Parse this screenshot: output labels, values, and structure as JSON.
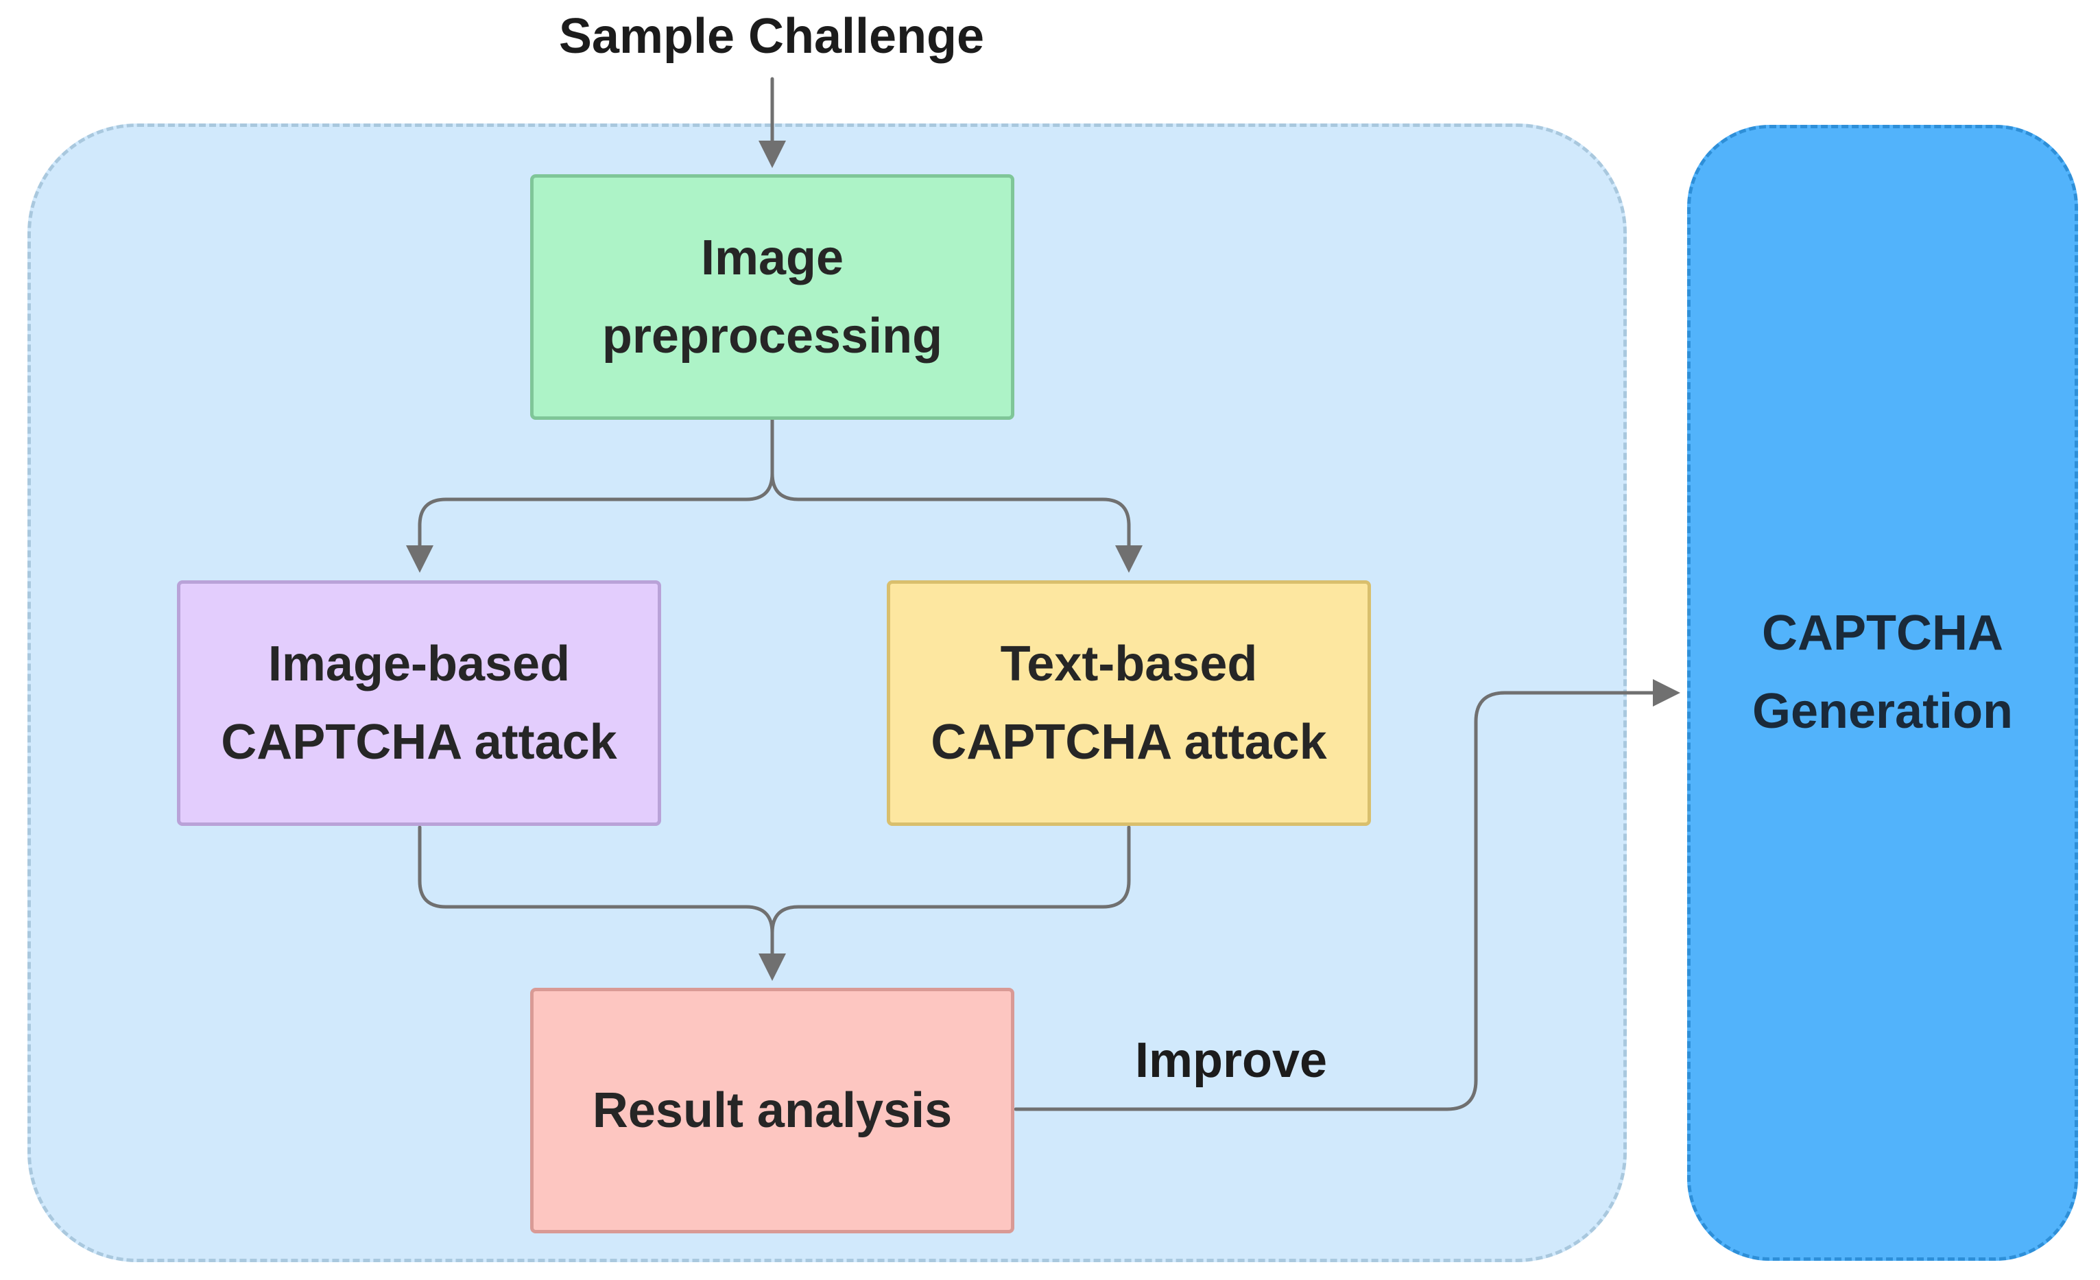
{
  "diagram": {
    "input_label": "Sample Challenge",
    "nodes": {
      "preprocess": "Image\npreprocessing",
      "image_attack": "Image-based\nCAPTCHA attack",
      "text_attack": "Text-based\nCAPTCHA attack",
      "result": "Result analysis"
    },
    "generation_label": "CAPTCHA\nGeneration",
    "feedback_label": "Improve"
  },
  "colors": {
    "main_region_fill": "#d1e9fc",
    "generation_region_fill": "#52b3fb",
    "preprocess_fill": "#adf3c7",
    "image_attack_fill": "#e3cdfd",
    "text_attack_fill": "#fde7a0",
    "result_fill": "#fdc6c1",
    "connector": "#707070"
  }
}
